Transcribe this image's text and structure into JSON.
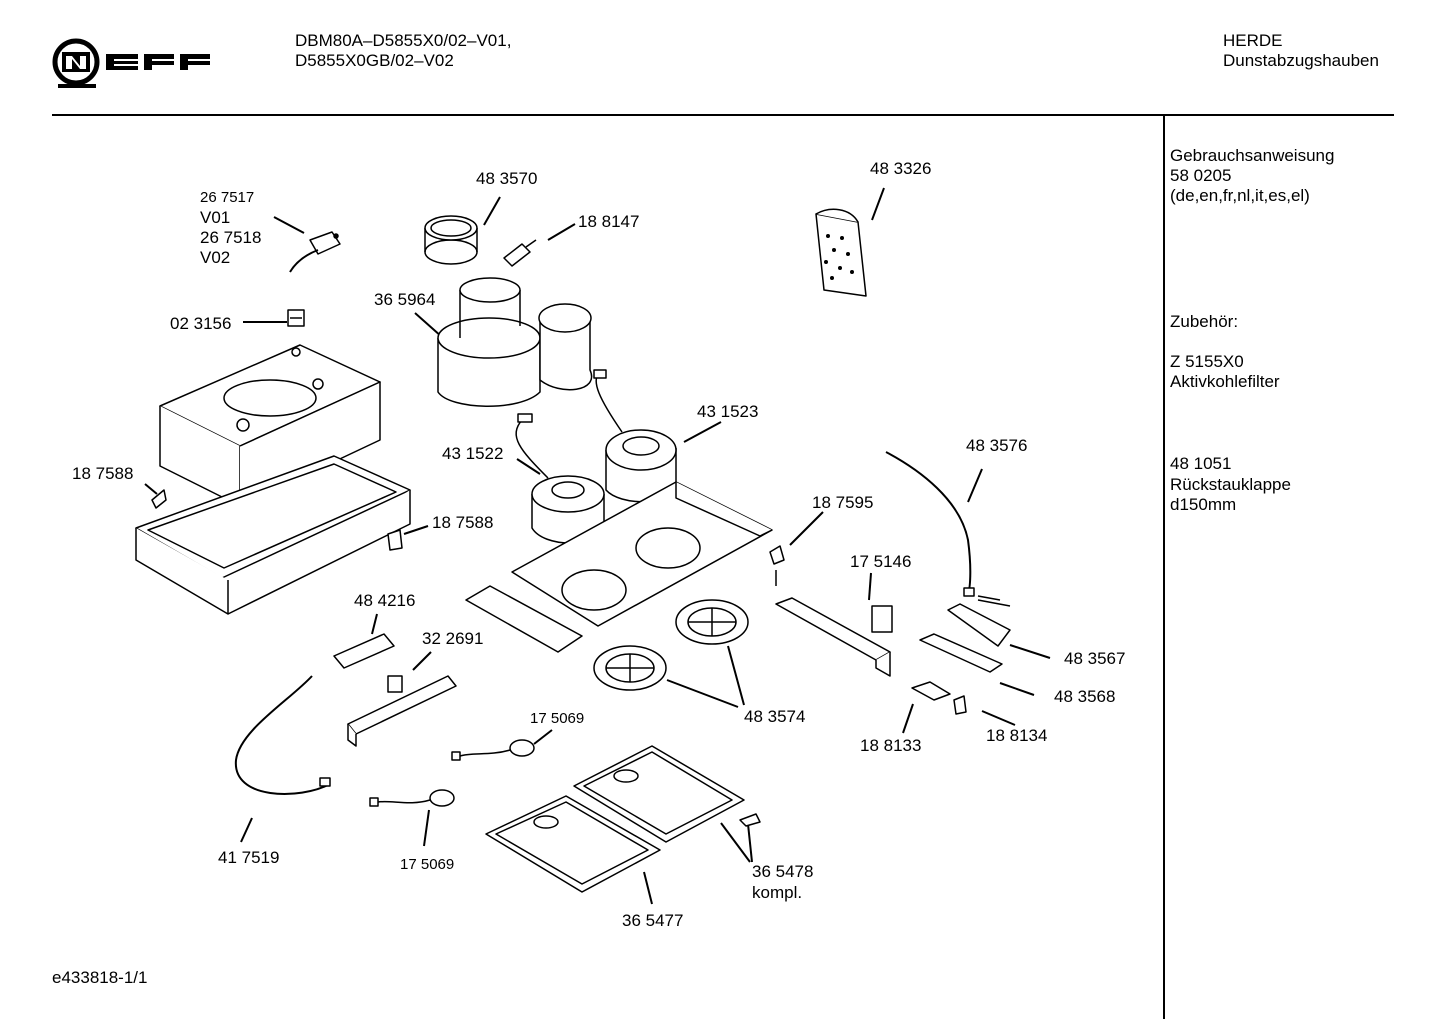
{
  "header": {
    "brand": "NEFF",
    "model_line1": "DBM80A–D5855X0/02–V01,",
    "model_line2": "D5855X0GB/02–V02",
    "category_line1": "HERDE",
    "category_line2": "Dunstabzugshauben"
  },
  "sidebar": {
    "manual_title": "Gebrauchsanweisung",
    "manual_number": "58 0205",
    "manual_langs": "(de,en,fr,nl,it,es,el)",
    "accessories_title": "Zubehör:",
    "acc1_number": "Z 5155X0",
    "acc1_name": "Aktivkohlefilter",
    "acc2_number": "48 1051",
    "acc2_name": "Rückstauklappe",
    "acc2_size": "d150mm"
  },
  "parts": {
    "p267517": "26 7517",
    "v01": "V01",
    "p267518": "26 7518",
    "v02": "V02",
    "p483570": "48 3570",
    "p188147": "18 8147",
    "p483326": "48 3326",
    "p023156": "02 3156",
    "p365964": "36 5964",
    "p431523": "43 1523",
    "p431522": "43 1522",
    "p187588a": "18 7588",
    "p187588b": "18 7588",
    "p483576": "48 3576",
    "p187595": "18 7595",
    "p175146": "17 5146",
    "p484216": "48 4216",
    "p322691": "32 2691",
    "p483567": "48 3567",
    "p483568": "48 3568",
    "p483574": "48 3574",
    "p188133": "18 8133",
    "p188134": "18 8134",
    "p175069a": "17 5069",
    "p175069b": "17 5069",
    "p417519": "41 7519",
    "p365478": "36 5478",
    "kompl": "kompl.",
    "p365477": "36 5477"
  },
  "footer": {
    "drawing_id": "e433818-1/1"
  }
}
